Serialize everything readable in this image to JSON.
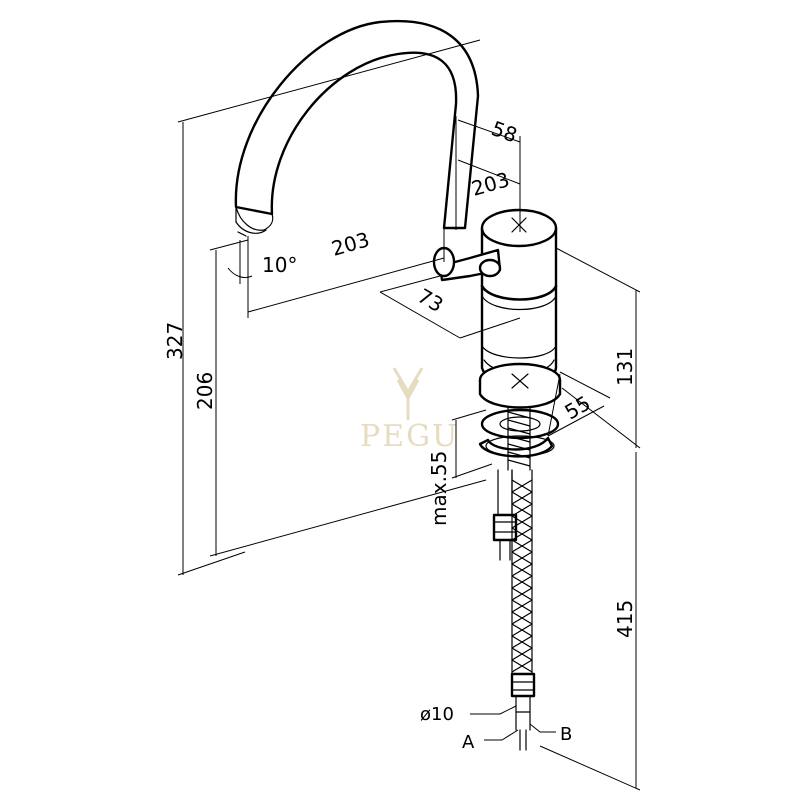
{
  "watermark": "PEGU",
  "dimensions": {
    "height_total": "327",
    "height_outlet": "206",
    "reach_outer": "203",
    "reach_lower": "203",
    "width_top": "58",
    "depth_diag": "73",
    "spout_angle": "10°",
    "body_height": "131",
    "base_diameter": "55",
    "counter_thickness": "max.55",
    "hose_length": "415",
    "hose_diameter": "ø10"
  },
  "connections": {
    "a": "A",
    "b": "B"
  },
  "colors": {
    "line": "#000000",
    "watermark": "#e6dcc0"
  }
}
